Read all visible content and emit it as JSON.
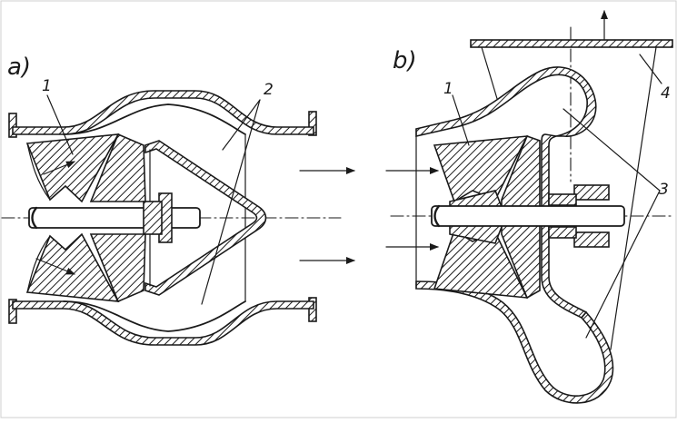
{
  "figure": {
    "panel_a_label": "a)",
    "panel_b_label": "b)",
    "a_labels": {
      "one": "1",
      "two": "2"
    },
    "b_labels": {
      "one": "1",
      "three": "3",
      "four": "4"
    },
    "ink_color": "#1a1a1a",
    "background_color": "#ffffff"
  }
}
